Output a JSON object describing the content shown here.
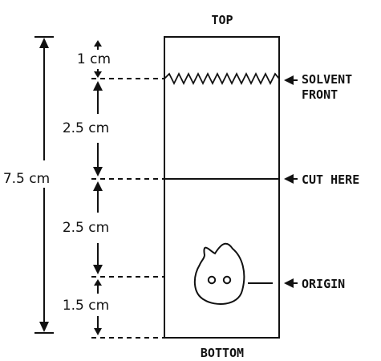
{
  "labels": {
    "top": "TOP",
    "bottom": "BOTTOM",
    "solvent_front_line1": "SOLVENT",
    "solvent_front_line2": "FRONT",
    "cut_here": "CUT HERE",
    "origin": "ORIGIN"
  },
  "measurements": {
    "total": "7.5 cm",
    "top_gap": "1 cm",
    "front_to_cut": "2.5 cm",
    "cut_to_origin": "2.5 cm",
    "origin_to_bottom": "1.5 cm"
  },
  "colors": {
    "ink": "#111111",
    "background": "#ffffff"
  }
}
